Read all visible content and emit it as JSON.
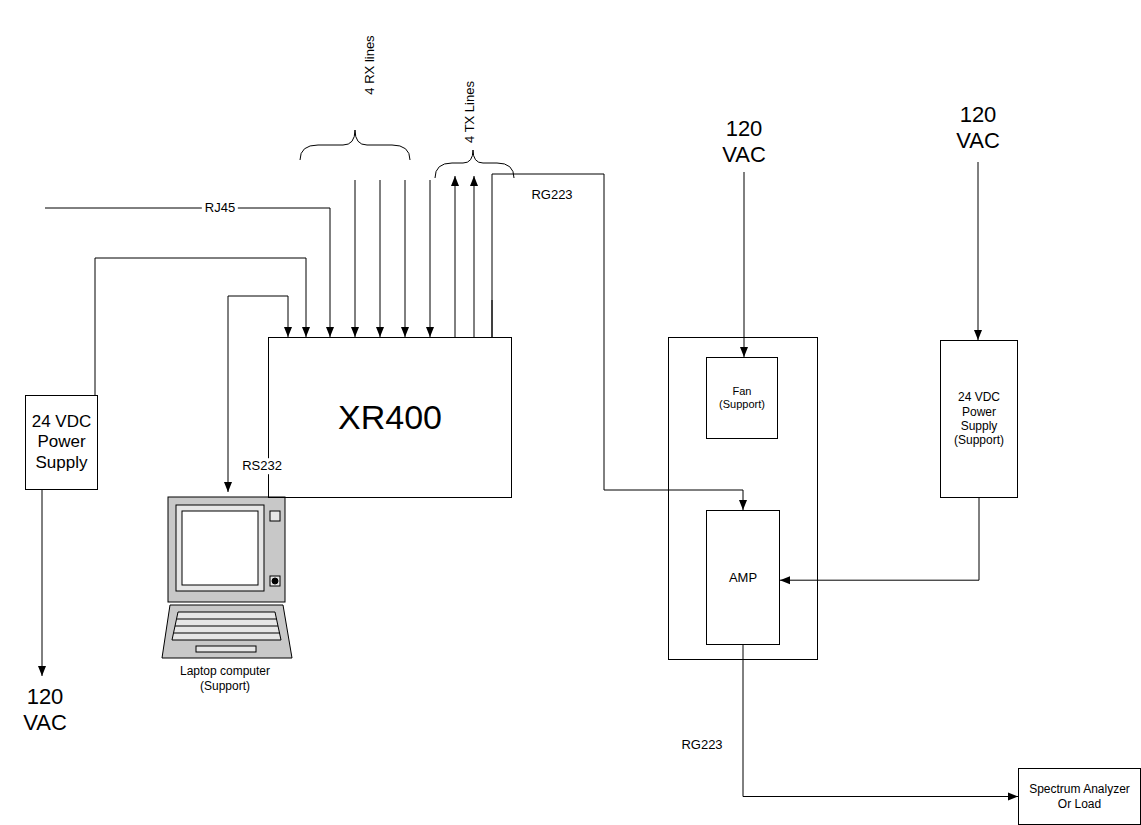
{
  "diagram": {
    "nodes": [
      {
        "text": [
          "24 VDC Power Supply"
        ]
      },
      {
        "text": [
          "XR400"
        ]
      },
      {
        "text": [
          "Laptop computer (Support)"
        ]
      },
      {
        "text": []
      },
      {
        "text": [
          "Fan (Support)"
        ],
        "in": 3
      },
      {
        "text": [
          "AMP"
        ],
        "in": 3
      },
      {
        "text": [
          "24 VDC Power Supply (Support)"
        ]
      },
      {
        "text": [
          "Spectrum Analyzer Or Load"
        ]
      }
    ],
    "edges": [
      {
        "from": 0,
        "to": 1,
        "arrow": "to"
      },
      {
        "from": 2,
        "to": 1,
        "label": "RS232",
        "arrow": "both"
      },
      {
        "from": 1,
        "to": 5,
        "label": "RG223",
        "arrow": "to"
      },
      {
        "from": 6,
        "to": 5,
        "arrow": "to"
      },
      {
        "from": 5,
        "to": 7,
        "label": "RG223",
        "arrow": "to"
      }
    ],
    "labels": [
      "4 RX lines",
      "4 TX Lines",
      "RJ45",
      "120 VAC",
      "120 VAC",
      "120 VAC"
    ]
  }
}
